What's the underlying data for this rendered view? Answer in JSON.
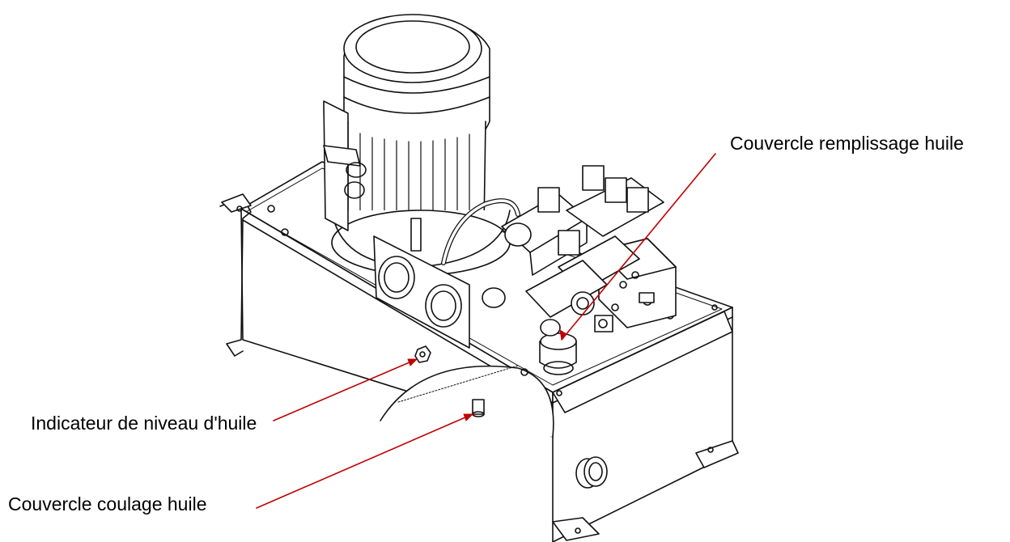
{
  "labels": {
    "fill_cap": "Couvercle remplissage huile",
    "level_indicator": "Indicateur de niveau d'huile",
    "drain_cap": "Couvercle coulage huile"
  },
  "colors": {
    "leader_line": "#c00000",
    "outline": "#111111",
    "background": "#ffffff"
  }
}
